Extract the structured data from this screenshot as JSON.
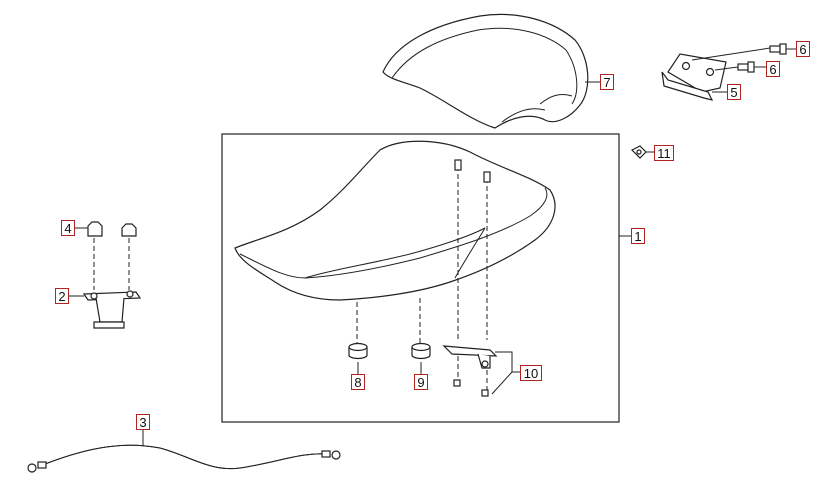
{
  "callouts": {
    "c1": "1",
    "c2": "2",
    "c3": "3",
    "c4": "4",
    "c5": "5",
    "c6a": "6",
    "c6b": "6",
    "c7": "7",
    "c8": "8",
    "c9": "9",
    "c10": "10",
    "c11": "11"
  },
  "colors": {
    "line": "#222222",
    "callout_border": "#b0231f",
    "background": "#ffffff"
  }
}
